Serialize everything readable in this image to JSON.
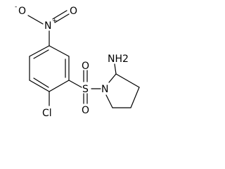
{
  "molecule": {
    "atoms": {
      "nitro_oxygen_minus": {
        "symbol": "O",
        "charge": "-"
      },
      "nitro_nitrogen": {
        "symbol": "N",
        "charge": "+"
      },
      "nitro_oxygen": {
        "symbol": "O"
      },
      "sulfur": {
        "symbol": "S"
      },
      "sulfonyl_oxygen_top": {
        "symbol": "O"
      },
      "sulfonyl_oxygen_bottom": {
        "symbol": "O"
      },
      "pyrrolidine_nitrogen": {
        "symbol": "N"
      },
      "chlorine": {
        "symbol": "Cl"
      },
      "amino_group": {
        "symbol": "NH2"
      }
    }
  }
}
